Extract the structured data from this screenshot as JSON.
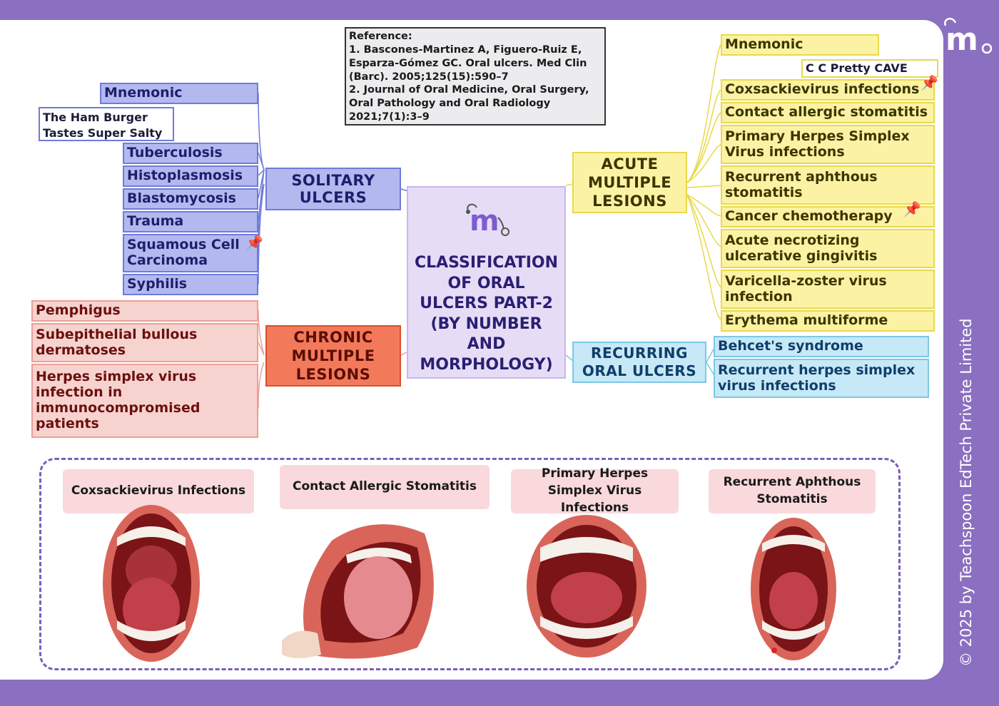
{
  "center": {
    "title": "CLASSIFICATION OF ORAL ULCERS PART-2 (BY NUMBER AND MORPHOLOGY)",
    "logo_letter": "m"
  },
  "reference": {
    "heading": "Reference:",
    "lines": [
      "1. Bascones-Martinez A, Figuero-Ruiz E,",
      "Esparza-Gómez GC. Oral ulcers. Med Clin",
      "(Barc). 2005;125(15):590–7",
      "2. Journal of Oral Medicine, Oral Surgery,",
      "Oral Pathology and Oral Radiology",
      "2021;7(1):3–9"
    ]
  },
  "solitary": {
    "hub": "SOLITARY ULCERS",
    "mnemonic_label": "Mnemonic",
    "mnemonic_lines": [
      "The Ham Burger",
      "Tastes Super Salty"
    ],
    "items": [
      "Tuberculosis",
      "Histoplasmosis",
      "Blastomycosis",
      "Trauma",
      "Squamous Cell Carcinoma",
      "Syphilis"
    ]
  },
  "chronic": {
    "hub": "CHRONIC MULTIPLE LESIONS",
    "items": [
      "Pemphigus",
      "Subepithelial bullous dermatoses",
      "Herpes simplex virus infection in immunocompromised patients"
    ]
  },
  "acute": {
    "hub": "ACUTE MULTIPLE LESIONS",
    "mnemonic_label": "Mnemonic",
    "mnemonic_text": "C C Pretty CAVE",
    "items": [
      "Coxsackievirus infections",
      "Contact allergic stomatitis",
      "Primary Herpes Simplex Virus infections",
      "Recurrent aphthous stomatitis",
      "Cancer chemotherapy",
      "Acute necrotizing ulcerative gingivitis",
      "Varicella-zoster virus infection",
      "Erythema multiforme"
    ]
  },
  "recurring": {
    "hub": "RECURRING ORAL ULCERS",
    "items": [
      "Behcet's syndrome",
      "Recurrent herpes simplex virus infections"
    ]
  },
  "illustrations": [
    {
      "caption": "Coxsackievirus Infections"
    },
    {
      "caption": "Contact Allergic Stomatitis"
    },
    {
      "caption": "Primary Herpes Simplex Virus Infections"
    },
    {
      "caption": "Recurrent Aphthous Stomatitis"
    }
  ],
  "footer": {
    "copyright": "© 2025 by Teachspoon EdTech Private Limited"
  },
  "colors": {
    "frame": "#8b6fc0",
    "solitary": "#b3b9ef",
    "acute": "#fbf3a3",
    "chronic": "#f7d3cf",
    "chronic_hub": "#f27a5a",
    "recurring": "#c7e8f6",
    "center": "#e6dcf6"
  }
}
